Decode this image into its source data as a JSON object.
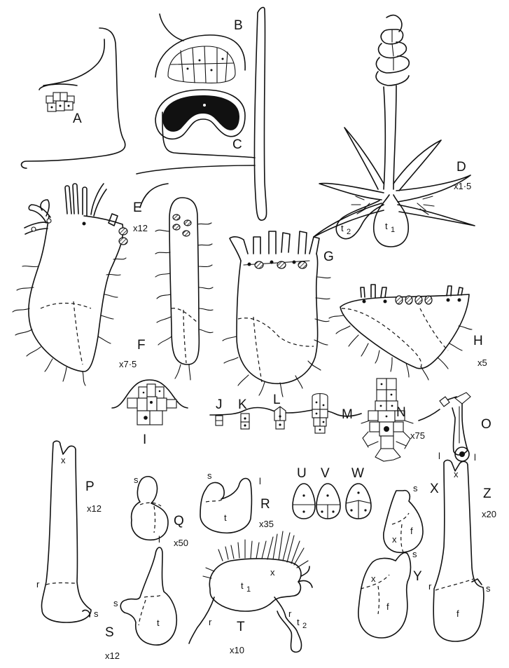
{
  "figure": {
    "labels": {
      "A": "A",
      "B": "B",
      "C": "C",
      "D": "D",
      "E": "E",
      "F": "F",
      "G": "G",
      "H": "H",
      "I": "I",
      "J": "J",
      "K": "K",
      "L": "L",
      "M": "M",
      "N": "N",
      "O": "O",
      "P": "P",
      "Q": "Q",
      "R": "R",
      "S": "S",
      "T": "T",
      "U": "U",
      "V": "V",
      "W": "W",
      "X": "X",
      "Y": "Y",
      "Z": "Z"
    },
    "magnifications": {
      "D": "x1·5",
      "E": "x12",
      "F": "x7·5",
      "H": "x5",
      "N": "x75",
      "P": "x12",
      "Q": "x50",
      "R": "x35",
      "S": "x12",
      "T": "x10",
      "Z": "x20"
    },
    "part_letters": {
      "t": "t",
      "t1": "t",
      "t2": "t",
      "one": "1",
      "two": "2",
      "s": "s",
      "l": "l",
      "x": "x",
      "r": "r",
      "f": "f"
    }
  }
}
